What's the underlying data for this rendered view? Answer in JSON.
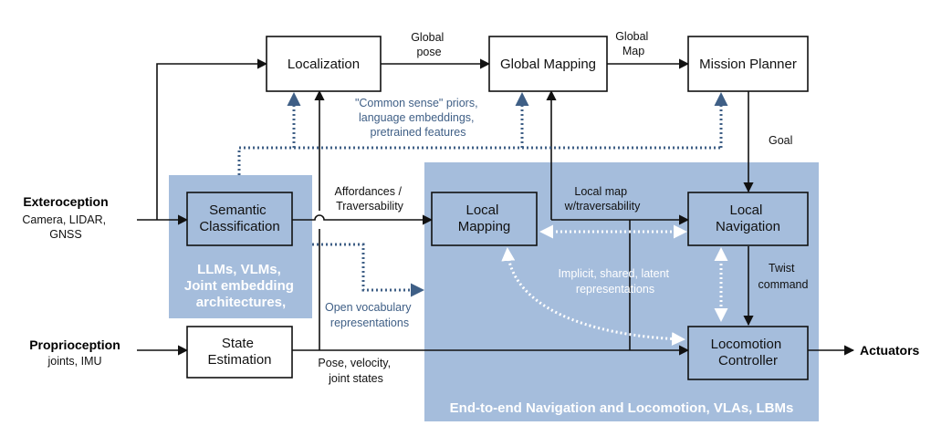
{
  "regions": {
    "semantic_region_label": [
      "LLMs, VLMs,",
      "Joint embedding",
      "architectures,"
    ],
    "end_to_end_label": "End-to-end Navigation and Locomotion, VLAs, LBMs"
  },
  "nodes": {
    "localization": [
      "Localization"
    ],
    "global_mapping": [
      "Global Mapping"
    ],
    "mission_planner": [
      "Mission Planner"
    ],
    "semantic_classification": [
      "Semantic",
      "Classification"
    ],
    "local_mapping": [
      "Local",
      "Mapping"
    ],
    "local_navigation": [
      "Local",
      "Navigation"
    ],
    "state_estimation": [
      "State",
      "Estimation"
    ],
    "locomotion_controller": [
      "Locomotion",
      "Controller"
    ]
  },
  "inputs": {
    "exteroception_title": "Exteroception",
    "exteroception_sub": [
      "Camera, LIDAR,",
      "GNSS"
    ],
    "proprioception_title": "Proprioception",
    "proprioception_sub": "joints, IMU"
  },
  "output": {
    "actuators": "Actuators"
  },
  "edge_labels": {
    "global_pose": [
      "Global",
      "pose"
    ],
    "global_map": [
      "Global",
      "Map"
    ],
    "goal": "Goal",
    "affordances": [
      "Affordances /",
      "Traversability"
    ],
    "local_map": [
      "Local map",
      "w/traversability"
    ],
    "twist_command": [
      "Twist",
      "command"
    ],
    "pose_velocity": [
      "Pose, velocity,",
      "joint states"
    ],
    "common_sense": [
      "\"Common sense\" priors,",
      "language embeddings,",
      "pretrained features"
    ],
    "open_vocab": [
      "Open vocabulary",
      "representations"
    ],
    "implicit": [
      "Implicit, shared, latent",
      "representations"
    ]
  },
  "colors": {
    "region_fill": "#a5bddc",
    "node_fill_blue": "#a5bddc",
    "node_fill_white": "#ffffff",
    "dotted_blue": "#3f5f86",
    "dotted_white": "#ffffff",
    "line": "#111111"
  }
}
